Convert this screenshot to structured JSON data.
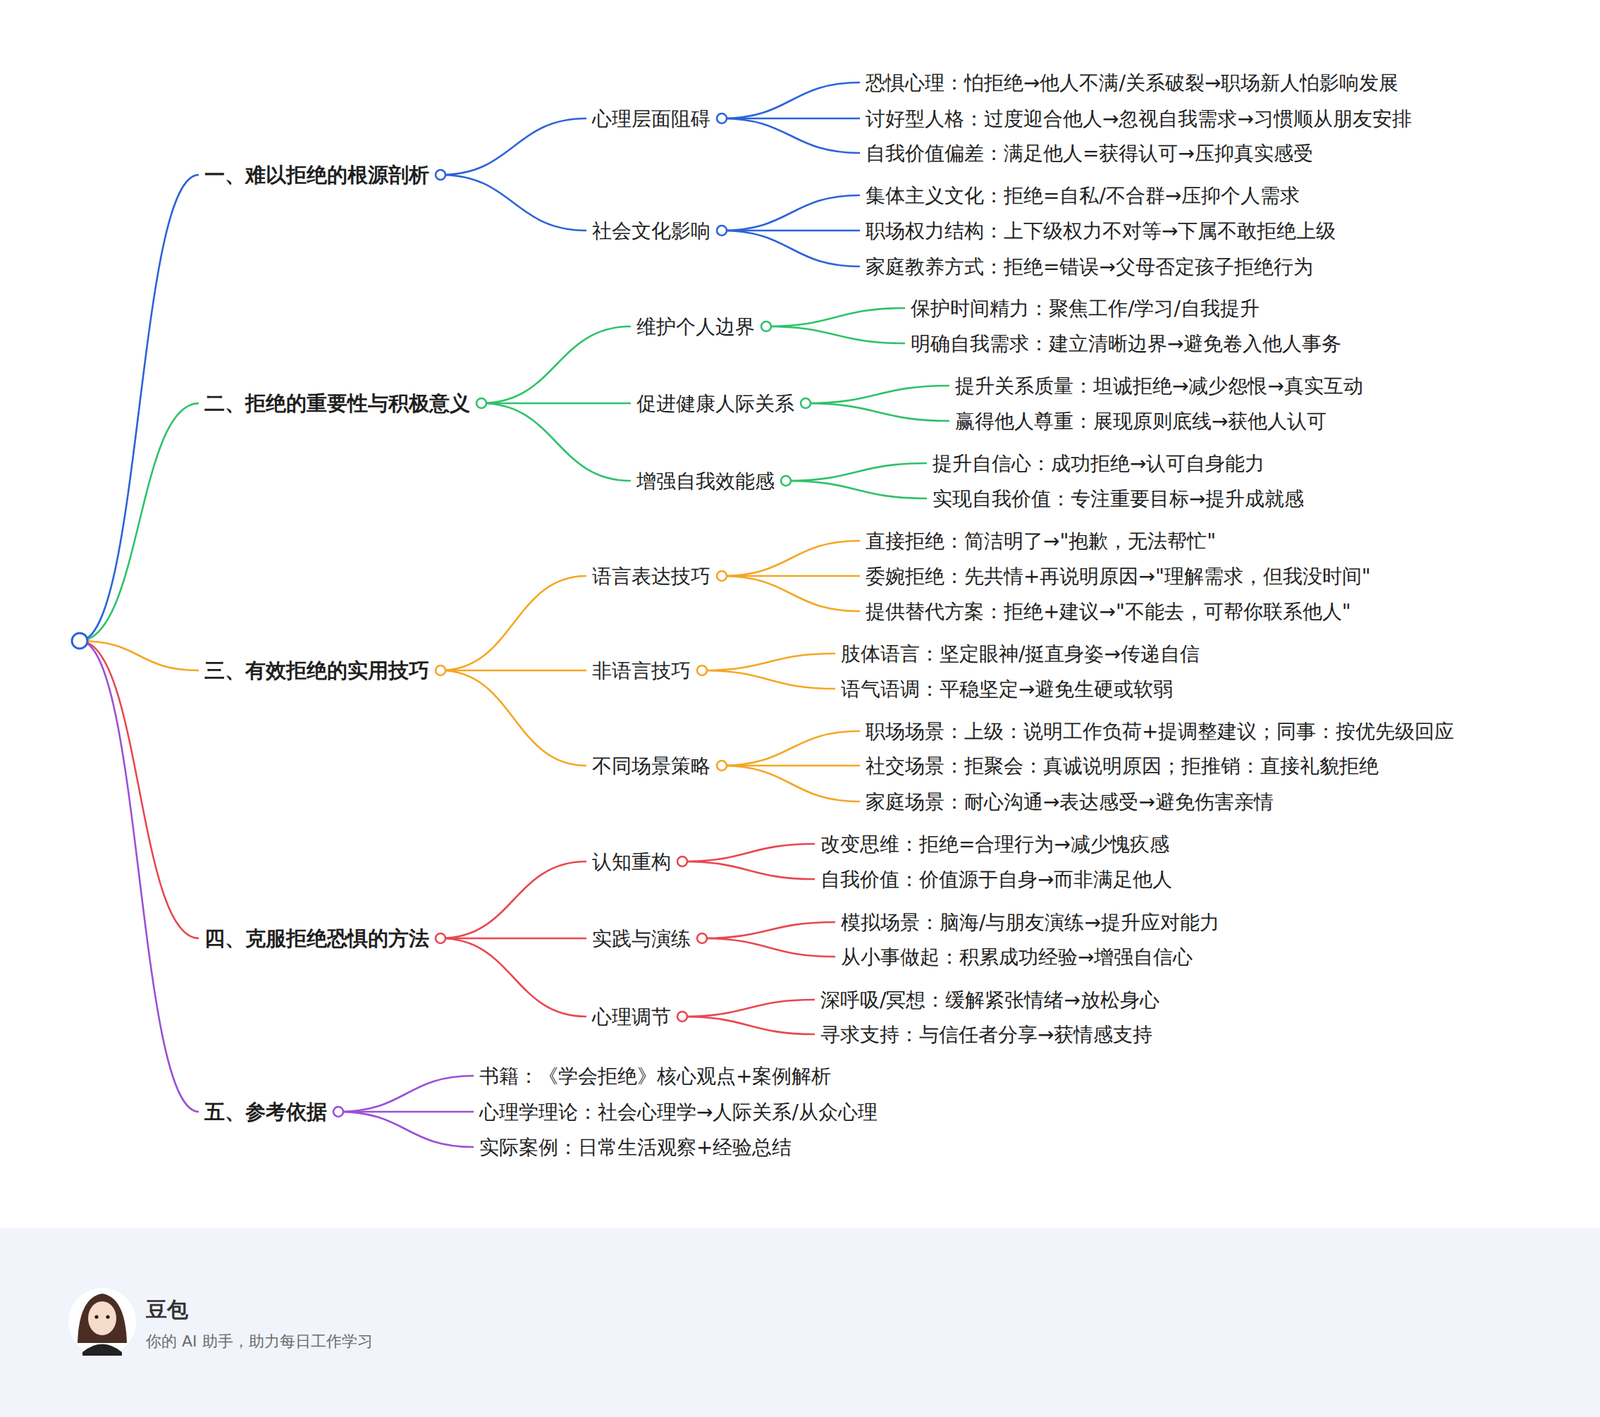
{
  "diagram": {
    "nodes": [
      {
        "text": [
          "一、难以拒绝的根源剖析"
        ]
      },
      {
        "text": [
          "心理层面阻碍"
        ]
      },
      {
        "text": [
          "恐惧心理：怕拒绝→他人不满/关系破裂→职场新人怕影响发展"
        ]
      },
      {
        "text": [
          "讨好型人格：过度迎合他人→忽视自我需求→习惯顺从朋友安排"
        ]
      },
      {
        "text": [
          "自我价值偏差：满足他人=获得认可→压抑真实感受"
        ]
      },
      {
        "text": [
          "社会文化影响"
        ]
      },
      {
        "text": [
          "集体主义文化：拒绝=自私/不合群→压抑个人需求"
        ]
      },
      {
        "text": [
          "职场权力结构：上下级权力不对等→下属不敢拒绝上级"
        ]
      },
      {
        "text": [
          "家庭教养方式：拒绝=错误→父母否定孩子拒绝行为"
        ]
      },
      {
        "text": [
          "二、拒绝的重要性与积极意义"
        ]
      },
      {
        "text": [
          "维护个人边界"
        ]
      },
      {
        "text": [
          "保护时间精力：聚焦工作/学习/自我提升"
        ]
      },
      {
        "text": [
          "明确自我需求：建立清晰边界→避免卷入他人事务"
        ]
      },
      {
        "text": [
          "促进健康人际关系"
        ]
      },
      {
        "text": [
          "提升关系质量：坦诚拒绝→减少怨恨→真实互动"
        ]
      },
      {
        "text": [
          "赢得他人尊重：展现原则底线→获他人认可"
        ]
      },
      {
        "text": [
          "增强自我效能感"
        ]
      },
      {
        "text": [
          "提升自信心：成功拒绝→认可自身能力"
        ]
      },
      {
        "text": [
          "实现自我价值：专注重要目标→提升成就感"
        ]
      },
      {
        "text": [
          "三、有效拒绝的实用技巧"
        ]
      },
      {
        "text": [
          "语言表达技巧"
        ]
      },
      {
        "text": [
          "直接拒绝：简洁明了→\"抱歉，无法帮忙\""
        ]
      },
      {
        "text": [
          "委婉拒绝：先共情+再说明原因→\"理解需求，但我没时间\""
        ]
      },
      {
        "text": [
          "提供替代方案：拒绝+建议→\"不能去，可帮你联系他人\""
        ]
      },
      {
        "text": [
          "非语言技巧"
        ]
      },
      {
        "text": [
          "肢体语言：坚定眼神/挺直身姿→传递自信"
        ]
      },
      {
        "text": [
          "语气语调：平稳坚定→避免生硬或软弱"
        ]
      },
      {
        "text": [
          "不同场景策略"
        ]
      },
      {
        "text": [
          "职场场景：上级：说明工作负荷+提调整建议；同事：按优先级回应"
        ]
      },
      {
        "text": [
          "社交场景：拒聚会：真诚说明原因；拒推销：直接礼貌拒绝"
        ]
      },
      {
        "text": [
          "家庭场景：耐心沟通→表达感受→避免伤害亲情"
        ]
      },
      {
        "text": [
          "四、克服拒绝恐惧的方法"
        ]
      },
      {
        "text": [
          "认知重构"
        ]
      },
      {
        "text": [
          "改变思维：拒绝=合理行为→减少愧疚感"
        ]
      },
      {
        "text": [
          "自我价值：价值源于自身→而非满足他人"
        ]
      },
      {
        "text": [
          "实践与演练"
        ]
      },
      {
        "text": [
          "模拟场景：脑海/与朋友演练→提升应对能力"
        ]
      },
      {
        "text": [
          "从小事做起：积累成功经验→增强自信心"
        ]
      },
      {
        "text": [
          "心理调节"
        ]
      },
      {
        "text": [
          "深呼吸/冥想：缓解紧张情绪→放松身心"
        ]
      },
      {
        "text": [
          "寻求支持：与信任者分享→获情感支持"
        ]
      },
      {
        "text": [
          "五、参考依据"
        ]
      },
      {
        "text": [
          "书籍：《学会拒绝》核心观点+案例解析"
        ]
      },
      {
        "text": [
          "心理学理论：社会心理学→人际关系/从众心理"
        ]
      },
      {
        "text": [
          "实际案例：日常生活观察+经验总结"
        ]
      }
    ],
    "edges": [
      {
        "from": 0,
        "to": 1,
        "arrow": "none"
      },
      {
        "from": 1,
        "to": 2,
        "arrow": "none"
      },
      {
        "from": 1,
        "to": 3,
        "arrow": "none"
      },
      {
        "from": 1,
        "to": 4,
        "arrow": "none"
      },
      {
        "from": 0,
        "to": 5,
        "arrow": "none"
      },
      {
        "from": 5,
        "to": 6,
        "arrow": "none"
      },
      {
        "from": 5,
        "to": 7,
        "arrow": "none"
      },
      {
        "from": 5,
        "to": 8,
        "arrow": "none"
      },
      {
        "from": 9,
        "to": 10,
        "arrow": "none"
      },
      {
        "from": 10,
        "to": 11,
        "arrow": "none"
      },
      {
        "from": 10,
        "to": 12,
        "arrow": "none"
      },
      {
        "from": 9,
        "to": 13,
        "arrow": "none"
      },
      {
        "from": 13,
        "to": 14,
        "arrow": "none"
      },
      {
        "from": 13,
        "to": 15,
        "arrow": "none"
      },
      {
        "from": 9,
        "to": 16,
        "arrow": "none"
      },
      {
        "from": 16,
        "to": 17,
        "arrow": "none"
      },
      {
        "from": 16,
        "to": 18,
        "arrow": "none"
      },
      {
        "from": 19,
        "to": 20,
        "arrow": "none"
      },
      {
        "from": 20,
        "to": 21,
        "arrow": "none"
      },
      {
        "from": 20,
        "to": 22,
        "arrow": "none"
      },
      {
        "from": 20,
        "to": 23,
        "arrow": "none"
      },
      {
        "from": 19,
        "to": 24,
        "arrow": "none"
      },
      {
        "from": 24,
        "to": 25,
        "arrow": "none"
      },
      {
        "from": 24,
        "to": 26,
        "arrow": "none"
      },
      {
        "from": 19,
        "to": 27,
        "arrow": "none"
      },
      {
        "from": 27,
        "to": 28,
        "arrow": "none"
      },
      {
        "from": 27,
        "to": 29,
        "arrow": "none"
      },
      {
        "from": 27,
        "to": 30,
        "arrow": "none"
      },
      {
        "from": 31,
        "to": 32,
        "arrow": "none"
      },
      {
        "from": 32,
        "to": 33,
        "arrow": "none"
      },
      {
        "from": 32,
        "to": 34,
        "arrow": "none"
      },
      {
        "from": 31,
        "to": 35,
        "arrow": "none"
      },
      {
        "from": 35,
        "to": 36,
        "arrow": "none"
      },
      {
        "from": 35,
        "to": 37,
        "arrow": "none"
      },
      {
        "from": 31,
        "to": 38,
        "arrow": "none"
      },
      {
        "from": 38,
        "to": 39,
        "arrow": "none"
      },
      {
        "from": 38,
        "to": 40,
        "arrow": "none"
      },
      {
        "from": 41,
        "to": 42,
        "arrow": "none"
      },
      {
        "from": 41,
        "to": 43,
        "arrow": "none"
      },
      {
        "from": 41,
        "to": 44,
        "arrow": "none"
      }
    ],
    "labels": [
      "豆包",
      "你的 AI 助手，助力每日工作学习"
    ]
  }
}
